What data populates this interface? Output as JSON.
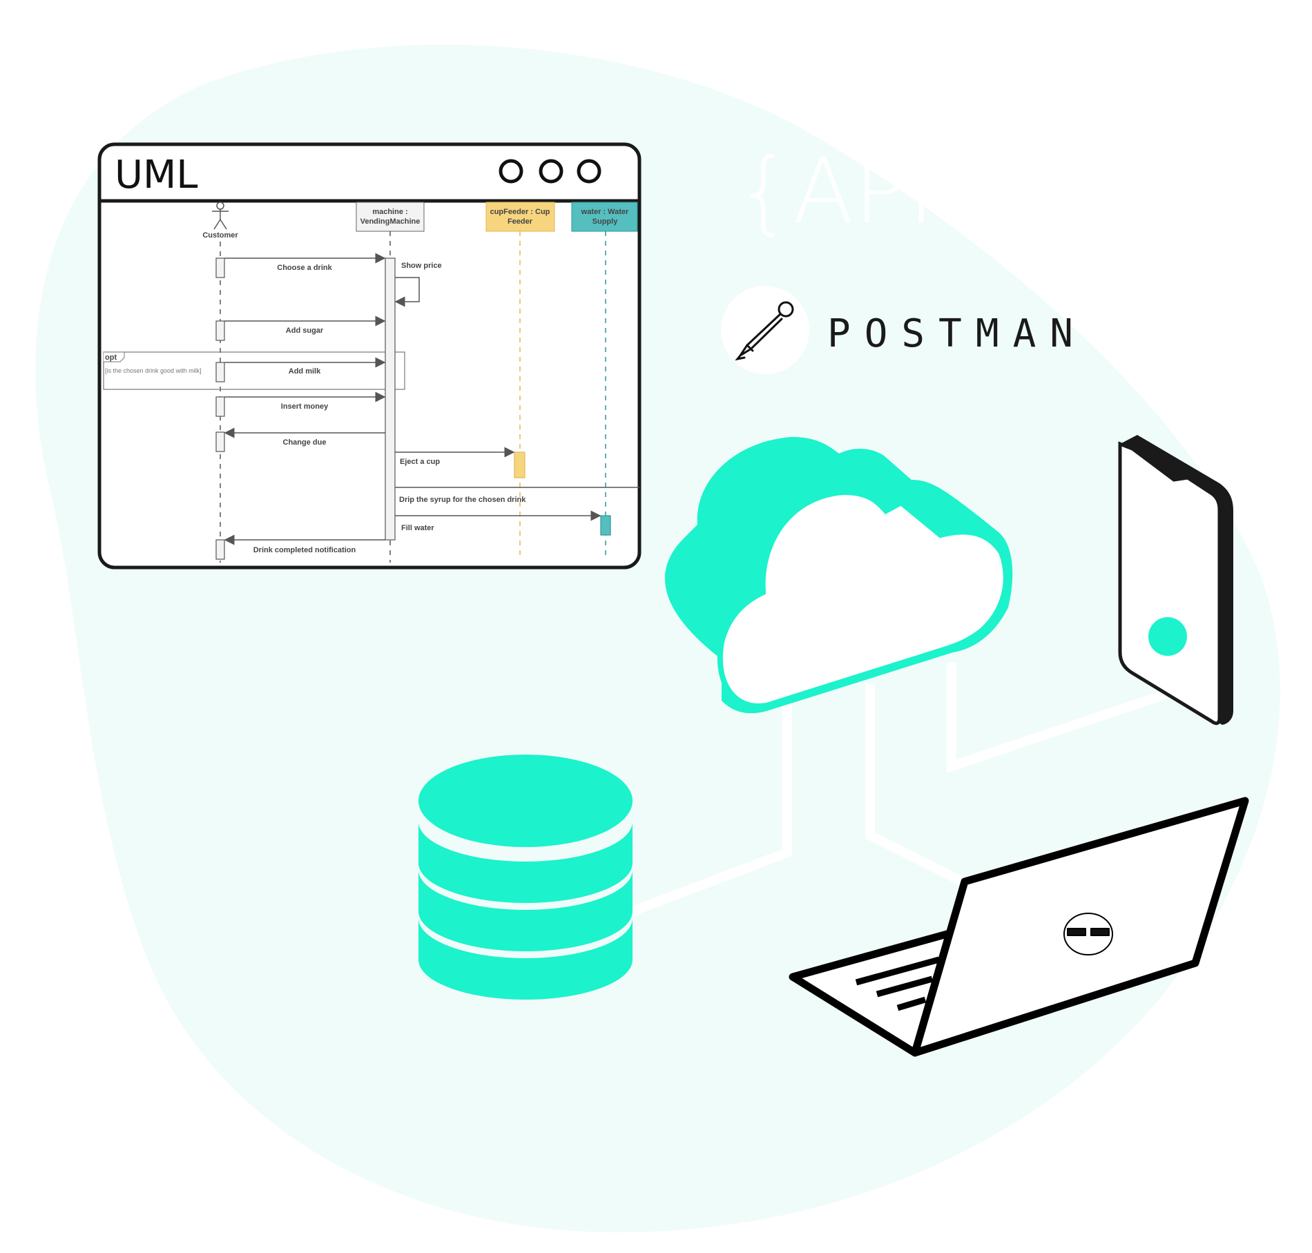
{
  "colors": {
    "accent": "#1cf2cc",
    "blob": "#f0fcf9",
    "cup_feeder": "#f7d57e",
    "water": "#55bfc0"
  },
  "api_text": "{API",
  "postman": {
    "label": "POSTMAN",
    "icon": "postman-logo-icon"
  },
  "uml": {
    "title": "UML",
    "window_buttons": [
      "circle",
      "circle",
      "circle"
    ],
    "actor": "Customer",
    "participants": {
      "machine": [
        "machine :",
        "VendingMachine"
      ],
      "cupFeeder": [
        "cupFeeder : Cup",
        "Feeder"
      ],
      "water": [
        "water : Water",
        "Supply"
      ]
    },
    "opt": {
      "tag": "opt",
      "condition": "[is the chosen drink good with milk]"
    },
    "messages": {
      "choose": "Choose a drink",
      "show_price": "Show price",
      "sugar": "Add sugar",
      "milk": "Add milk",
      "money": "Insert money",
      "change": "Change due",
      "eject": "Eject a cup",
      "drip": "Drip the syrup for the chosen drink",
      "fill": "Fill water",
      "done": "Drink completed notification"
    }
  },
  "icons": [
    "cloud-icon",
    "database-icon",
    "phone-icon",
    "laptop-icon",
    "cat-sunglasses-icon"
  ]
}
